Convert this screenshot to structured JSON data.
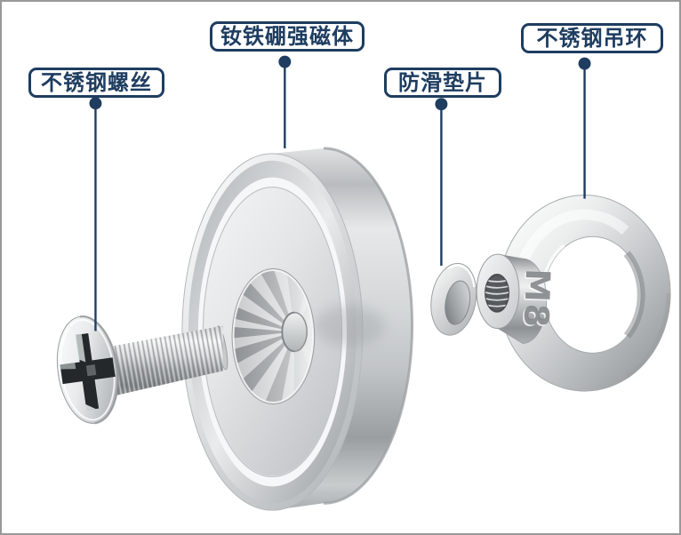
{
  "callouts": {
    "screw": {
      "label": "不锈钢螺丝"
    },
    "magnet": {
      "label": "钕铁硼强磁体"
    },
    "washer": {
      "label": "防滑垫片"
    },
    "eye_ring": {
      "label": "不锈钢吊环"
    }
  },
  "markings": {
    "nut_stamp": "M8"
  },
  "colors": {
    "accent_navy": "#1e3d60",
    "background": "#ffffff",
    "frame_gray": "#999999",
    "metal_highlight": "#f5f6f6",
    "metal_shadow": "#8c9092"
  }
}
